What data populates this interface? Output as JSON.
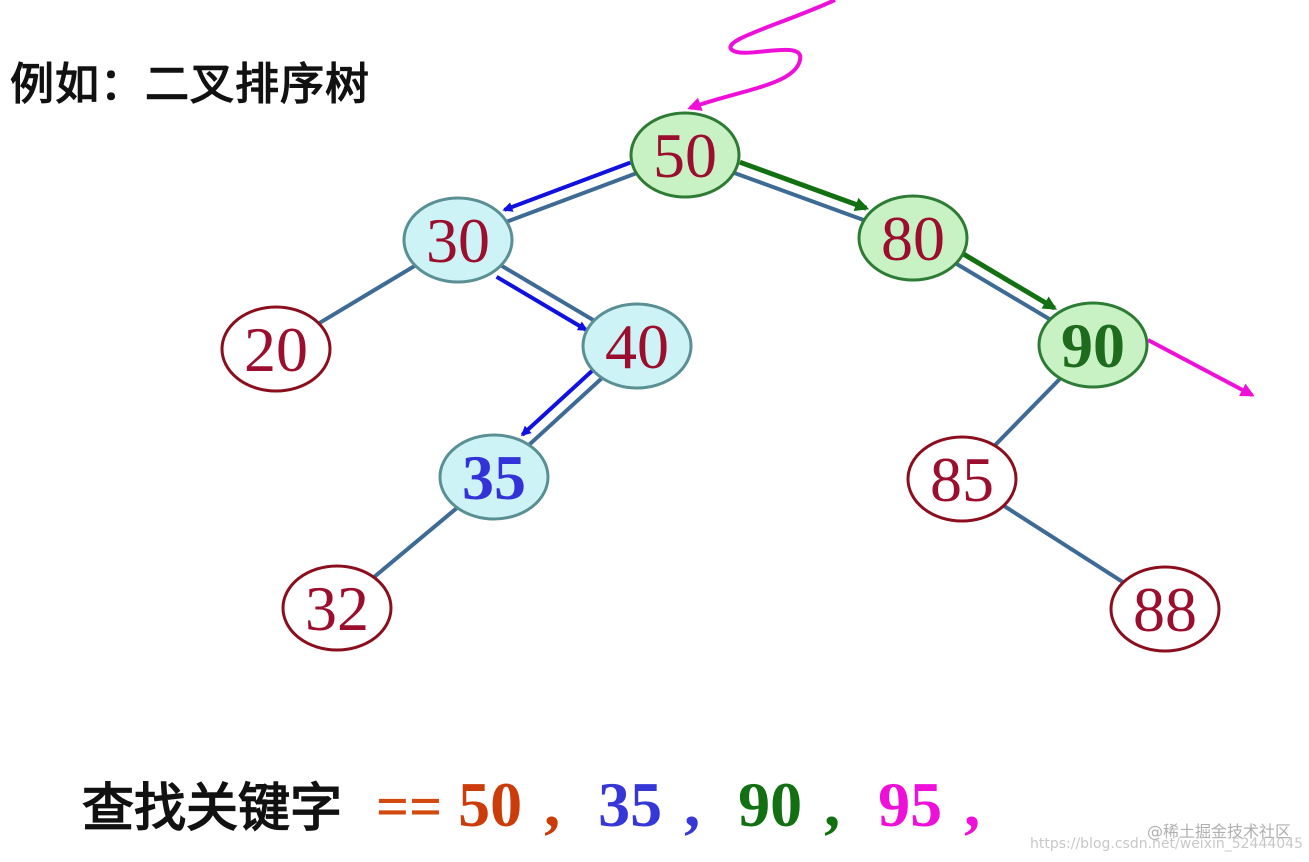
{
  "title": "例如：二叉排序树",
  "tree": {
    "nodes": [
      {
        "id": "n50",
        "label": "50",
        "state": "path-found",
        "fill": "#c8f2c4",
        "stroke": "#2e7b35",
        "text_color": "#9b0e2e",
        "bold": false
      },
      {
        "id": "n30",
        "label": "30",
        "state": "path",
        "fill": "#cdf3f7",
        "stroke": "#5a8f94",
        "text_color": "#9b0e2e",
        "bold": false
      },
      {
        "id": "n80",
        "label": "80",
        "state": "path-found",
        "fill": "#c8f2c4",
        "stroke": "#2e7b35",
        "text_color": "#9b0e2e",
        "bold": false
      },
      {
        "id": "n20",
        "label": "20",
        "state": "normal",
        "fill": "#ffffff",
        "stroke": "#8b0e1e",
        "text_color": "#9b0e2e",
        "bold": false
      },
      {
        "id": "n40",
        "label": "40",
        "state": "path",
        "fill": "#cdf3f7",
        "stroke": "#5a8f94",
        "text_color": "#9b0e2e",
        "bold": false
      },
      {
        "id": "n90",
        "label": "90",
        "state": "found",
        "fill": "#c8f2c4",
        "stroke": "#2e7b35",
        "text_color": "#1f6b1e",
        "bold": true
      },
      {
        "id": "n35",
        "label": "35",
        "state": "found",
        "fill": "#cdf3f7",
        "stroke": "#5a8f94",
        "text_color": "#3232d8",
        "bold": true
      },
      {
        "id": "n85",
        "label": "85",
        "state": "normal",
        "fill": "#ffffff",
        "stroke": "#8b0e1e",
        "text_color": "#9b0e2e",
        "bold": false
      },
      {
        "id": "n32",
        "label": "32",
        "state": "normal",
        "fill": "#ffffff",
        "stroke": "#8b0e1e",
        "text_color": "#9b0e2e",
        "bold": false
      },
      {
        "id": "n88",
        "label": "88",
        "state": "normal",
        "fill": "#ffffff",
        "stroke": "#8b0e1e",
        "text_color": "#9b0e2e",
        "bold": false
      }
    ],
    "edges": [
      {
        "from": "n50",
        "to": "n30"
      },
      {
        "from": "n50",
        "to": "n80"
      },
      {
        "from": "n30",
        "to": "n20"
      },
      {
        "from": "n30",
        "to": "n40"
      },
      {
        "from": "n40",
        "to": "n35"
      },
      {
        "from": "n35",
        "to": "n32"
      },
      {
        "from": "n80",
        "to": "n90"
      },
      {
        "from": "n90",
        "to": "n85"
      },
      {
        "from": "n85",
        "to": "n88"
      }
    ],
    "edge_color": "#3e6a96",
    "search_paths": [
      {
        "key": "35",
        "color": "#1010e0",
        "path": [
          "n50",
          "n30",
          "n40",
          "n35"
        ]
      },
      {
        "key": "90",
        "color": "#127012",
        "path": [
          "n50",
          "n80",
          "n90"
        ]
      },
      {
        "key": "95",
        "color": "#ee10d8",
        "path": [
          "n50",
          "n80",
          "n90"
        ],
        "result": "not-found"
      }
    ]
  },
  "query": {
    "label": "查找关键字",
    "operator": "==",
    "operator_color": "#d24a10",
    "keys": [
      {
        "value": "50",
        "color": "#cc3b0a"
      },
      {
        "value": "35",
        "color": "#3737d8"
      },
      {
        "value": "90",
        "color": "#127012"
      },
      {
        "value": "95",
        "color": "#ee10d8"
      }
    ],
    "separator": ","
  },
  "watermark": {
    "line1": "@稀土掘金技术社区",
    "line2": "https://blog.csdn.net/weixin_52444045"
  }
}
